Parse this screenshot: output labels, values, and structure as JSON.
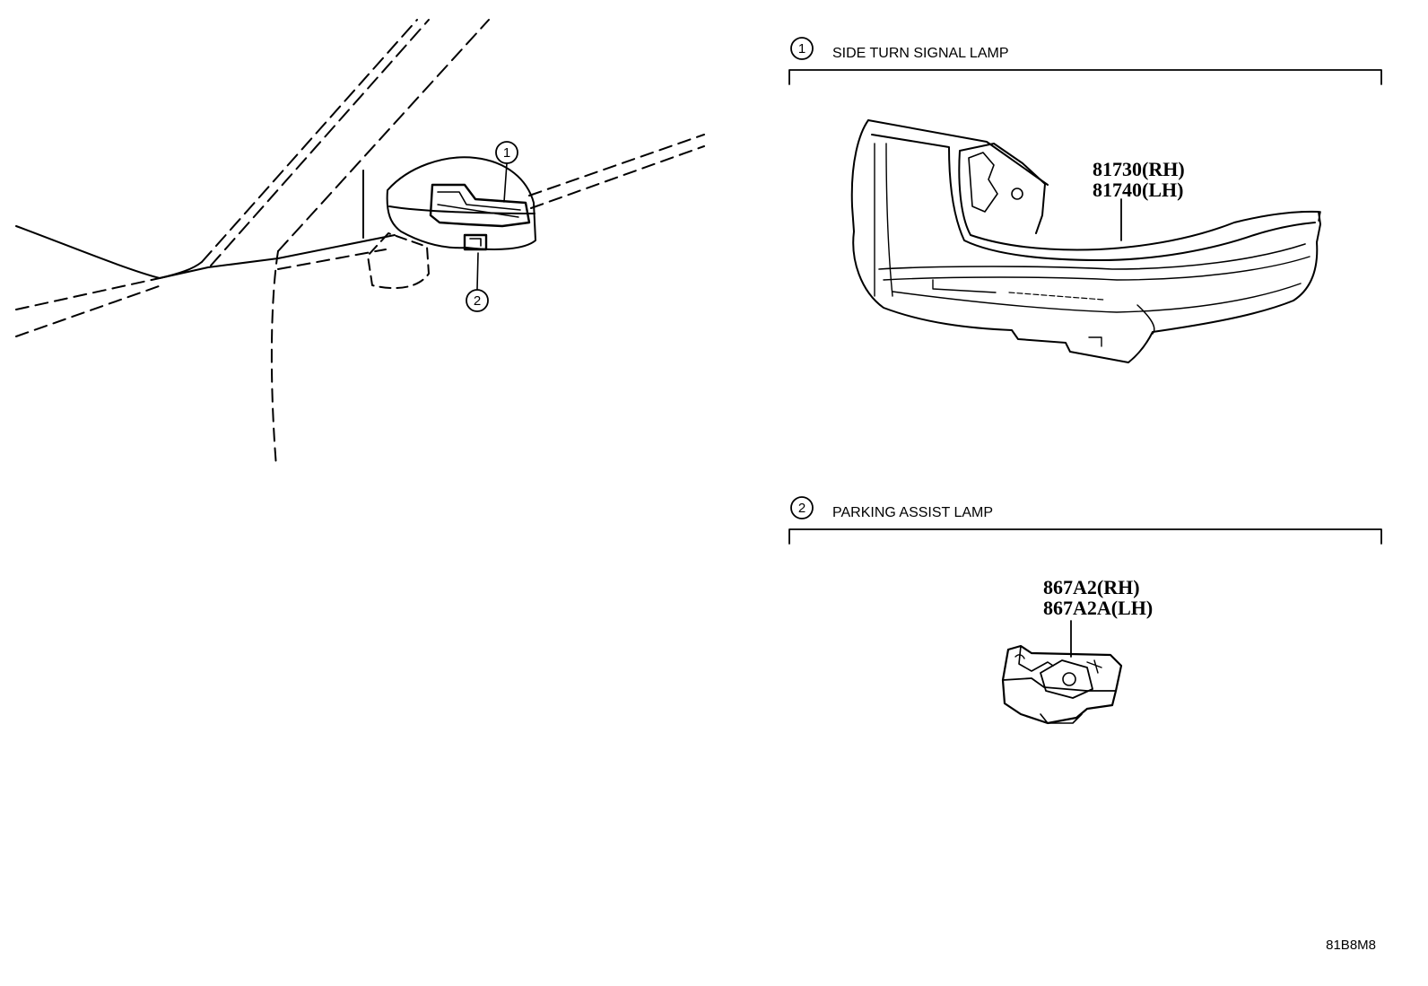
{
  "callouts": [
    {
      "number": "1",
      "title": "SIDE TURN SIGNAL LAMP",
      "parts": [
        "81730(RH)",
        "81740(LH)"
      ]
    },
    {
      "number": "2",
      "title": "PARKING ASSIST LAMP",
      "parts": [
        "867A2(RH)",
        "867A2A(LH)"
      ]
    }
  ],
  "drawing_code": "81B8M8"
}
